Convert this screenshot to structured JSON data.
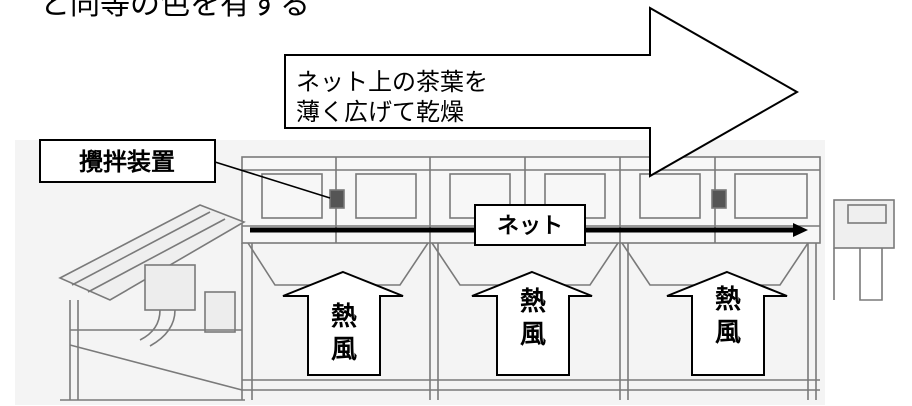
{
  "header": {
    "partial_text": "と同等の色を有する"
  },
  "arrow_note": {
    "line1": "ネット上の茶葉を",
    "line2": "薄く広げて乾燥"
  },
  "labels": {
    "stirrer": "攪拌装置",
    "net": "ネット"
  },
  "hot_air": [
    {
      "c1": "熱",
      "c2": "風"
    },
    {
      "c1": "熱",
      "c2": "風"
    },
    {
      "c1": "熱",
      "c2": "風"
    }
  ]
}
